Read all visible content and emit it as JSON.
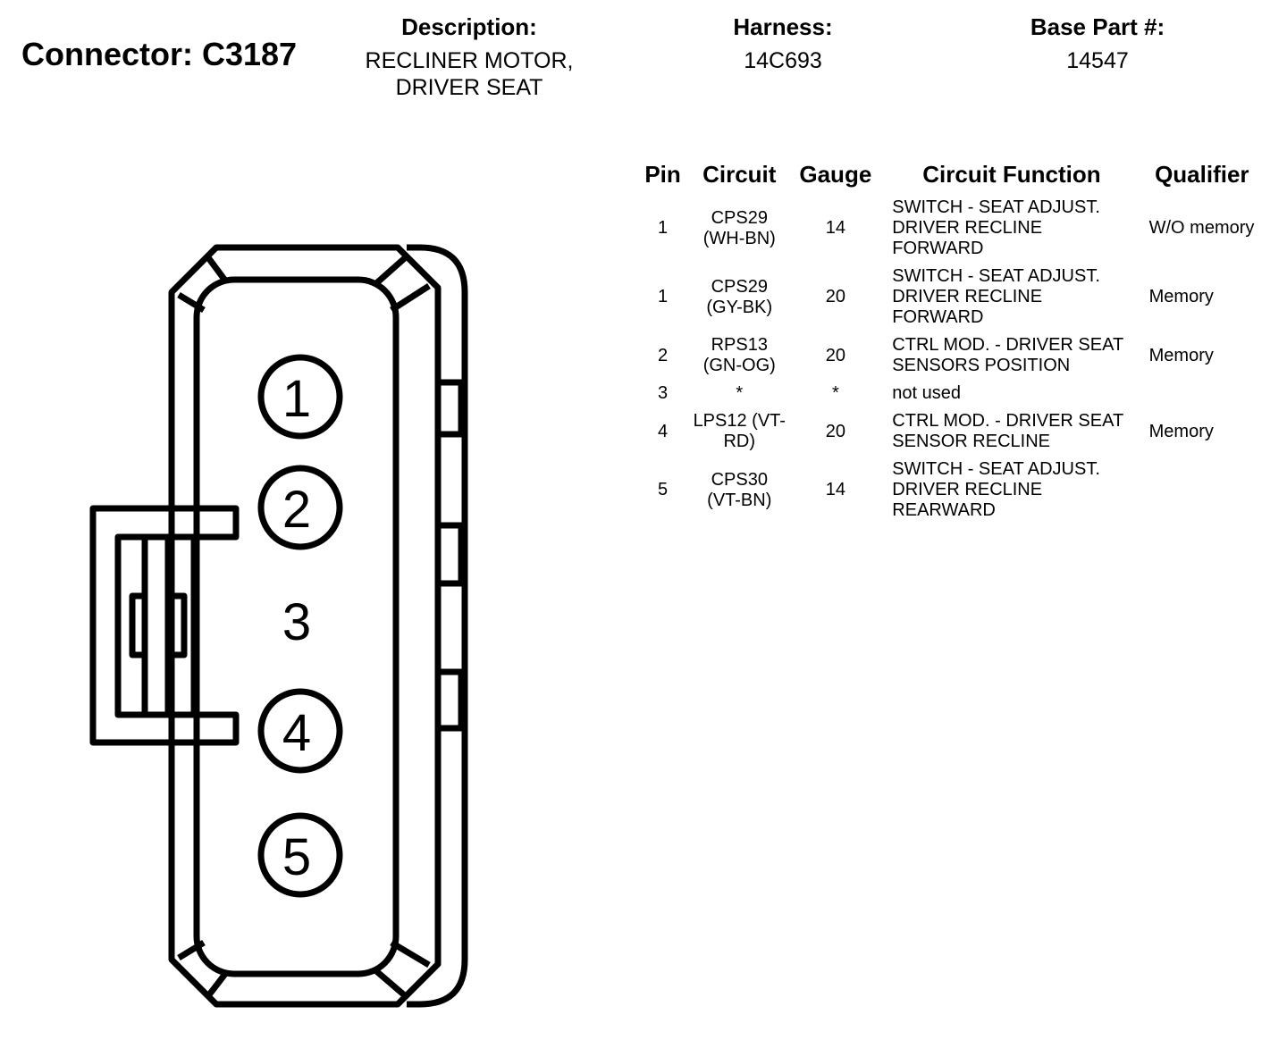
{
  "connector": {
    "label": "Connector: C3187"
  },
  "description": {
    "label": "Description:",
    "line1": "RECLINER MOTOR,",
    "line2": "DRIVER SEAT"
  },
  "harness": {
    "label": "Harness:",
    "value": "14C693"
  },
  "base_part": {
    "label": "Base Part #:",
    "value": "14547"
  },
  "diagram": {
    "pins": [
      "1",
      "2",
      "3",
      "4",
      "5"
    ]
  },
  "table": {
    "headers": [
      "Pin",
      "Circuit",
      "Gauge",
      "Circuit Function",
      "Qualifier"
    ],
    "rows": [
      {
        "pin": "1",
        "circuit": "CPS29 (WH-BN)",
        "gauge": "14",
        "function": "SWITCH - SEAT ADJUST. DRIVER RECLINE FORWARD",
        "qualifier": "W/O memory"
      },
      {
        "pin": "1",
        "circuit": "CPS29 (GY-BK)",
        "gauge": "20",
        "function": "SWITCH - SEAT ADJUST. DRIVER RECLINE FORWARD",
        "qualifier": "Memory"
      },
      {
        "pin": "2",
        "circuit": "RPS13 (GN-OG)",
        "gauge": "20",
        "function": "CTRL MOD. - DRIVER SEAT SENSORS POSITION",
        "qualifier": "Memory"
      },
      {
        "pin": "3",
        "circuit": "*",
        "gauge": "*",
        "function": "not used",
        "qualifier": ""
      },
      {
        "pin": "4",
        "circuit": "LPS12 (VT-RD)",
        "gauge": "20",
        "function": "CTRL MOD. - DRIVER SEAT SENSOR RECLINE",
        "qualifier": "Memory"
      },
      {
        "pin": "5",
        "circuit": "CPS30 (VT-BN)",
        "gauge": "14",
        "function": "SWITCH - SEAT ADJUST. DRIVER RECLINE REARWARD",
        "qualifier": ""
      }
    ]
  }
}
